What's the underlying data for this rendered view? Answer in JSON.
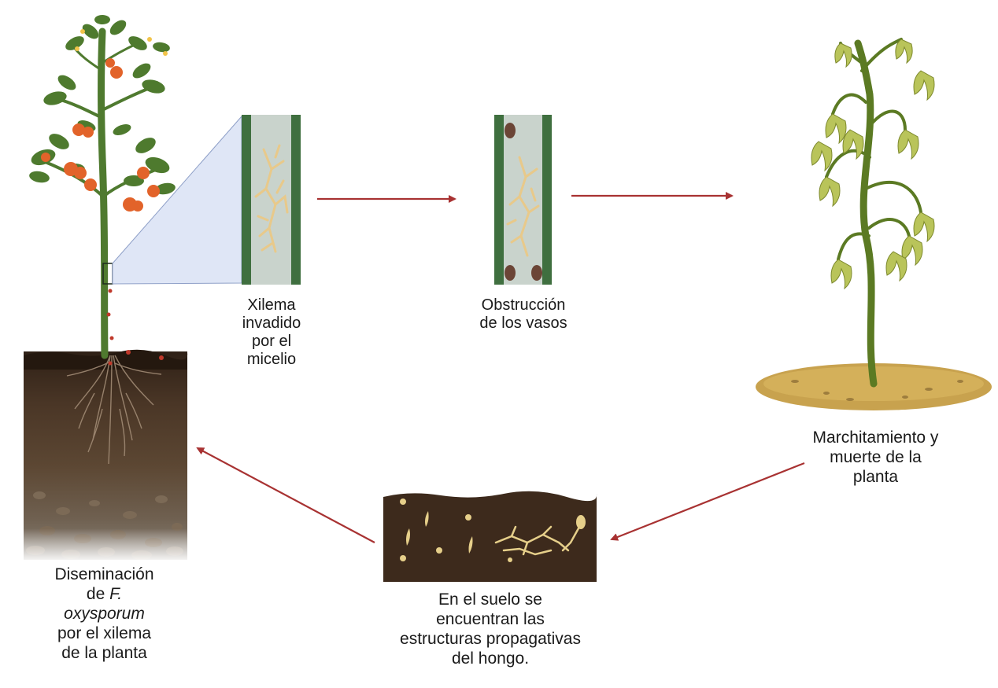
{
  "colors": {
    "arrow": "#a83232",
    "soil_dark": "#3d2a1c",
    "soil_mid": "#5a4330",
    "xylem_wall": "#3f6f3f",
    "xylem_lumen": "#c9d3cc",
    "mycelium": "#e8c98a",
    "wilted_leaf": "#b9c45a",
    "tomato": "#e2632a",
    "leaf": "#4e7a2e",
    "zoom_fill": "#dfe6f6"
  },
  "labels": {
    "xylem": {
      "line1": "Xilema",
      "line2": "invadido",
      "line3": "por el",
      "line4": "micelio"
    },
    "obstruction": {
      "line1": "Obstrucción",
      "line2": "de los vasos"
    },
    "wilting": {
      "line1": "Marchitamiento y",
      "line2": "muerte de la",
      "line3": "planta"
    },
    "soil": {
      "line1": "En el suelo se",
      "line2": "encuentran las",
      "line3": "estructuras propagativas",
      "line4": "del hongo."
    },
    "dissemination": {
      "line1": "Diseminación",
      "line2a": "de ",
      "line2b": "F.",
      "line3": "oxysporum",
      "line4": "por el xilema",
      "line5": "de la planta"
    }
  }
}
